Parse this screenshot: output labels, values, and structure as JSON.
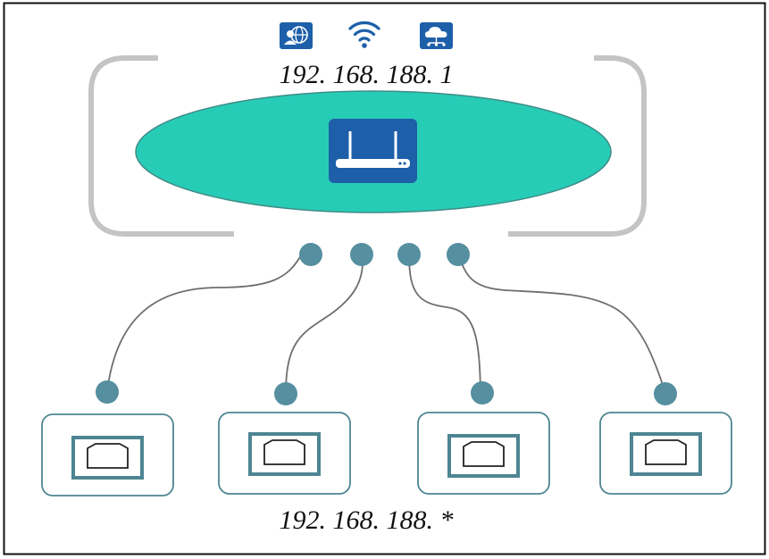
{
  "router": {
    "ip": "192. 168. 188. 1",
    "top_icons": [
      "globe-support-icon",
      "wifi-icon",
      "cloud-network-icon"
    ],
    "icon": "router-icon"
  },
  "clients": {
    "ip": "192. 168. 188. *",
    "count": 4,
    "icon": "ethernet-port-icon"
  },
  "colors": {
    "ellipse_fill": "#27ccb7",
    "ellipse_stroke": "#3f8c86",
    "icon_bg": "#1d5fa8",
    "bracket": "#c4c4c4",
    "dot": "#558fa0",
    "line": "#6e6e6e",
    "box_stroke": "#4e8592",
    "frame": "#111111"
  }
}
